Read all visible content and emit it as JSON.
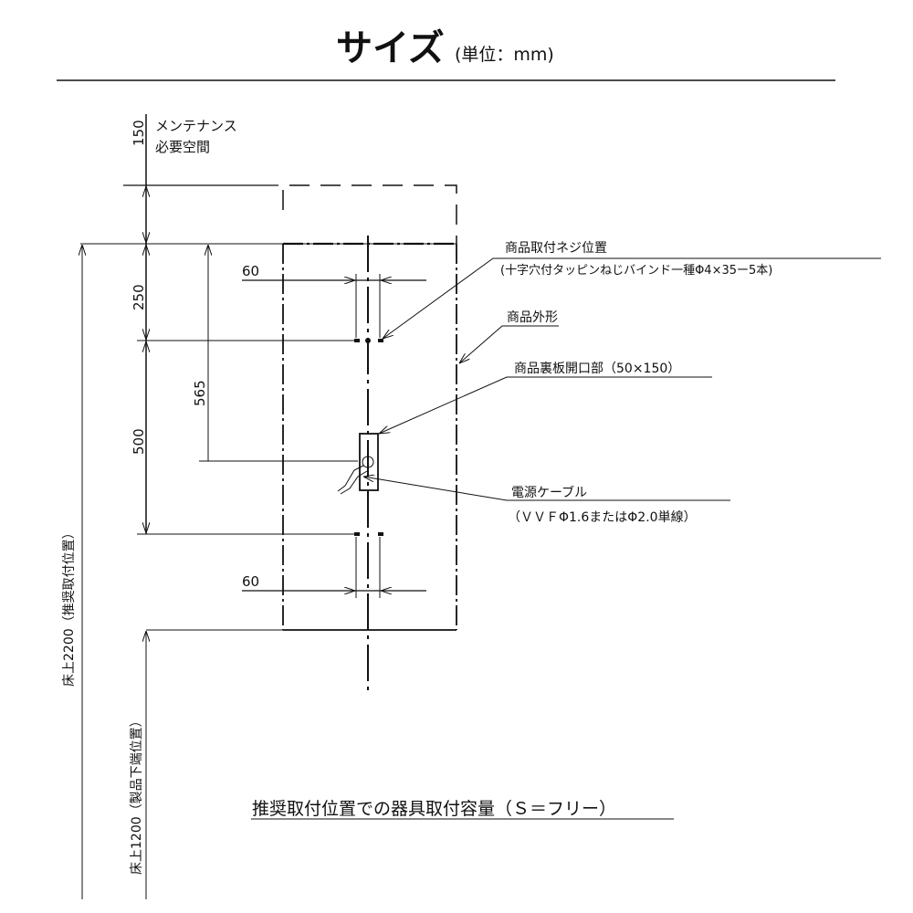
{
  "title": {
    "main": "サイズ",
    "unit": "(単位：mm)"
  },
  "dimensions": {
    "maintenance": "150",
    "top_to_screw": "250",
    "screw_to_screw": "500",
    "top_to_opening": "565",
    "screw_gap_top": "60",
    "screw_gap_bottom": "60",
    "floor_recommended": "床上2200（推奨取付位置）",
    "floor_bottom": "床上1200（製品下端位置）"
  },
  "labels": {
    "maintenance_line1": "メンテナンス",
    "maintenance_line2": "必要空間",
    "screw_position": "商品取付ネジ位置",
    "screw_spec": "(十字穴付タッピンねじバインド一種Φ4×35ー5本)",
    "outline": "商品外形",
    "opening": "商品裏板開口部（50×150）",
    "cable": "電源ケーブル",
    "cable_spec": "（ＶＶＦΦ1.6またはΦ2.0単線）"
  },
  "caption": "推奨取付位置での器具取付容量（Ｓ＝フリー）"
}
